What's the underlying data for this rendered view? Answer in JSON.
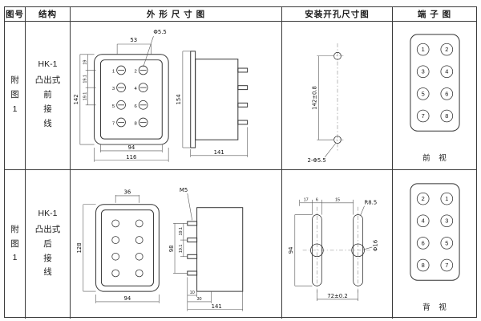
{
  "header": {
    "col_figure": "图号",
    "col_structure": "结构",
    "col_outline": "外 形 尺 寸 图",
    "col_mounting": "安装开孔尺寸图",
    "col_terminal": "端 子 图"
  },
  "row1": {
    "figure_label": "附\n图\n1",
    "model": "HK-1",
    "structure": "凸出式\n前\n接\n线",
    "outline": {
      "dim_top_width": "53",
      "dim_screw": "Φ5.5",
      "dim_height": "142",
      "dim_step1": "19",
      "dim_step2": "19.1",
      "dim_step3": "19.1",
      "dim_bottom_inner": "94",
      "dim_bottom_outer": "116",
      "side_height": "154",
      "side_depth": "141",
      "terminals": [
        "1",
        "2",
        "3",
        "4",
        "5",
        "6",
        "7",
        "8"
      ]
    },
    "mounting": {
      "dim_height": "142±0.8",
      "dim_holes": "2-Φ5.5"
    },
    "terminal": {
      "left": [
        "1",
        "3",
        "5",
        "7"
      ],
      "right": [
        "2",
        "4",
        "6",
        "8"
      ],
      "caption": "前 视"
    }
  },
  "row2": {
    "figure_label": "附\n图\n1",
    "model": "HK-1",
    "structure": "凸出式\n后\n接\n线",
    "outline": {
      "dim_top_width": "36",
      "dim_height": "128",
      "dim_bottom": "94",
      "dim_screw": "M5",
      "dim_stud_span": "98",
      "dim_step1": "19.1",
      "dim_step2": "19.1",
      "dim_stud_len": "10",
      "dim_base": "30",
      "dim_depth": "141"
    },
    "mounting": {
      "dim_a": "17",
      "dim_b": "6",
      "dim_c": "15",
      "dim_radius": "R8.5",
      "dim_height": "94",
      "dim_phi": "Φ16",
      "dim_width": "72±0.2"
    },
    "terminal": {
      "left": [
        "2",
        "4",
        "6",
        "8"
      ],
      "right": [
        "1",
        "3",
        "5",
        "7"
      ],
      "caption": "背 视"
    }
  }
}
